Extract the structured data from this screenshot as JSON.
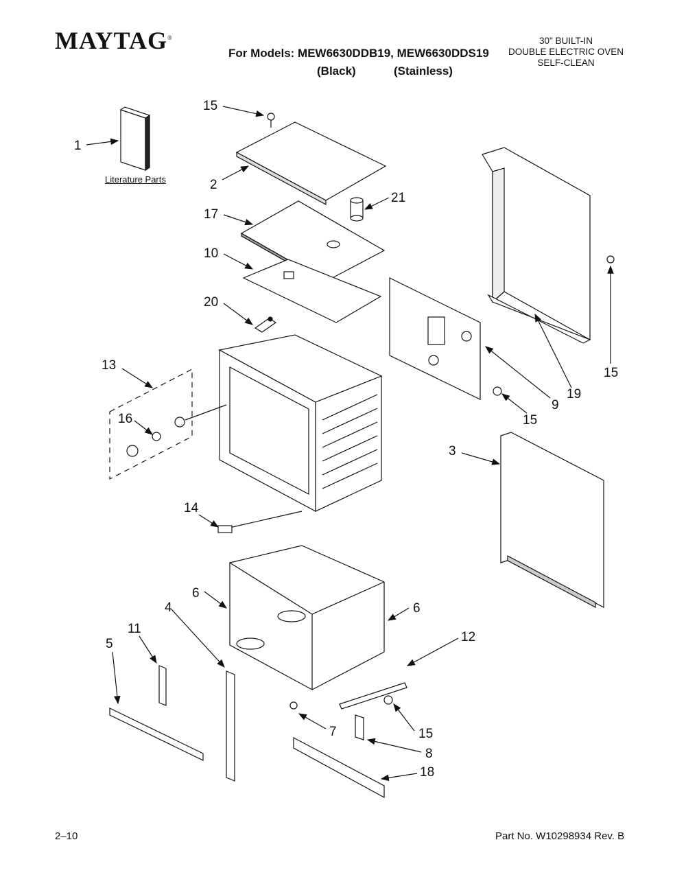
{
  "header": {
    "brand": "MAYTAG",
    "brand_mark": "®",
    "models_line": "For Models: MEW6630DDB19, MEW6630DDS19",
    "variant_black": "(Black)",
    "variant_stainless": "(Stainless)",
    "product_line1": "30\" BUILT-IN",
    "product_line2": "DOUBLE ELECTRIC OVEN",
    "product_line3": "SELF-CLEAN"
  },
  "literature_label": "Literature Parts",
  "callouts": {
    "c1": "1",
    "c2": "2",
    "c3": "3",
    "c4": "4",
    "c5": "5",
    "c6a": "6",
    "c6b": "6",
    "c7": "7",
    "c8": "8",
    "c9": "9",
    "c10": "10",
    "c11": "11",
    "c12": "12",
    "c13": "13",
    "c14": "14",
    "c15a": "15",
    "c15b": "15",
    "c15c": "15",
    "c15d": "15",
    "c16": "16",
    "c17": "17",
    "c18": "18",
    "c19": "19",
    "c20": "20",
    "c21": "21"
  },
  "footer": {
    "page": "2–10",
    "part_no": "Part No. W10298934 Rev. B"
  }
}
